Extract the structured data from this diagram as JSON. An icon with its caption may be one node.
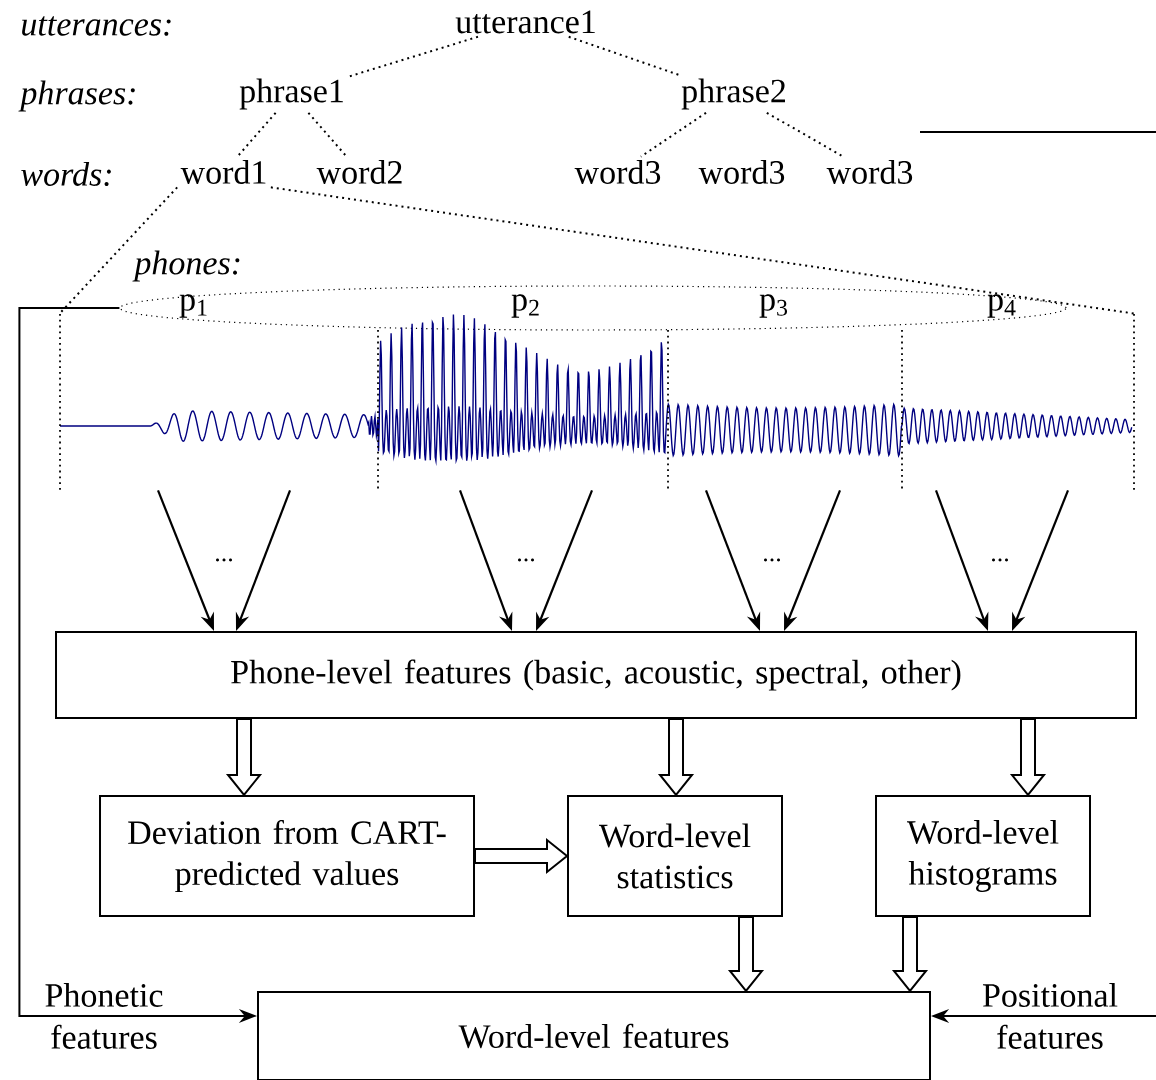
{
  "diagram": {
    "nodes": [
      {
        "text": [
          "utterance1"
        ]
      },
      {
        "text": [
          "phrase1"
        ]
      },
      {
        "text": [
          "phrase2"
        ]
      },
      {
        "text": [
          "word1"
        ]
      },
      {
        "text": [
          "word2"
        ]
      },
      {
        "text": [
          "word3"
        ]
      },
      {
        "text": [
          "word3"
        ]
      },
      {
        "text": [
          "word3"
        ]
      },
      {
        "text": [
          "phones:",
          "p$_{1}$",
          "p$_{2}$",
          "p$_{3}$",
          "p$_{4}$"
        ]
      },
      {
        "text": [],
        "shape": "picture"
      },
      {
        "text": [
          "Phone-level features (basic, acoustic, spectral, other)"
        ]
      },
      {
        "text": [
          "Deviation from CART-predicted values"
        ]
      },
      {
        "text": [
          "Word-level statistics"
        ]
      },
      {
        "text": [
          "Word-level histograms"
        ]
      },
      {
        "text": [
          "Word-level features"
        ]
      }
    ],
    "edges": [
      {
        "from": 0,
        "to": 1,
        "arrow": "none",
        "style": "dashed"
      },
      {
        "from": 0,
        "to": 2,
        "arrow": "none",
        "style": "dashed"
      },
      {
        "from": 1,
        "to": 3,
        "arrow": "none",
        "style": "dashed"
      },
      {
        "from": 1,
        "to": 4,
        "arrow": "none",
        "style": "dashed"
      },
      {
        "from": 2,
        "to": 5,
        "arrow": "none",
        "style": "dashed"
      },
      {
        "from": 2,
        "to": 7,
        "arrow": "none",
        "style": "dashed"
      },
      {
        "from": 3,
        "to": 9,
        "arrow": "none",
        "style": "dashed"
      },
      {
        "from": 3,
        "to": 9,
        "arrow": "none",
        "style": "dashed"
      },
      {
        "from": 9,
        "to": 10,
        "arrow": "to"
      },
      {
        "from": 9,
        "to": 10,
        "arrow": "to"
      },
      {
        "from": 9,
        "to": 10,
        "arrow": "to"
      },
      {
        "from": 9,
        "to": 10,
        "arrow": "to"
      },
      {
        "from": 9,
        "to": 10,
        "arrow": "to"
      },
      {
        "from": 9,
        "to": 10,
        "arrow": "to"
      },
      {
        "from": 9,
        "to": 10,
        "arrow": "to"
      },
      {
        "from": 9,
        "to": 10,
        "arrow": "to"
      },
      {
        "from": 10,
        "to": 11,
        "arrow": "to",
        "style": "thick"
      },
      {
        "from": 10,
        "to": 12,
        "arrow": "to",
        "style": "thick"
      },
      {
        "from": 10,
        "to": 13,
        "arrow": "to",
        "style": "thick"
      },
      {
        "from": 11,
        "to": 12,
        "arrow": "to",
        "style": "thick"
      },
      {
        "from": 12,
        "to": 14,
        "arrow": "to",
        "style": "thick"
      },
      {
        "from": 13,
        "to": 14,
        "arrow": "to",
        "style": "thick"
      },
      {
        "from": 8,
        "to": 14,
        "arrow": "to",
        "label": "Phonetic features"
      },
      {
        "from": null,
        "to": 14,
        "arrow": "to",
        "label": "Positional features"
      }
    ],
    "labels": [
      "utterances:",
      "phrases:",
      "words:",
      "...",
      "...",
      "...",
      "..."
    ]
  }
}
